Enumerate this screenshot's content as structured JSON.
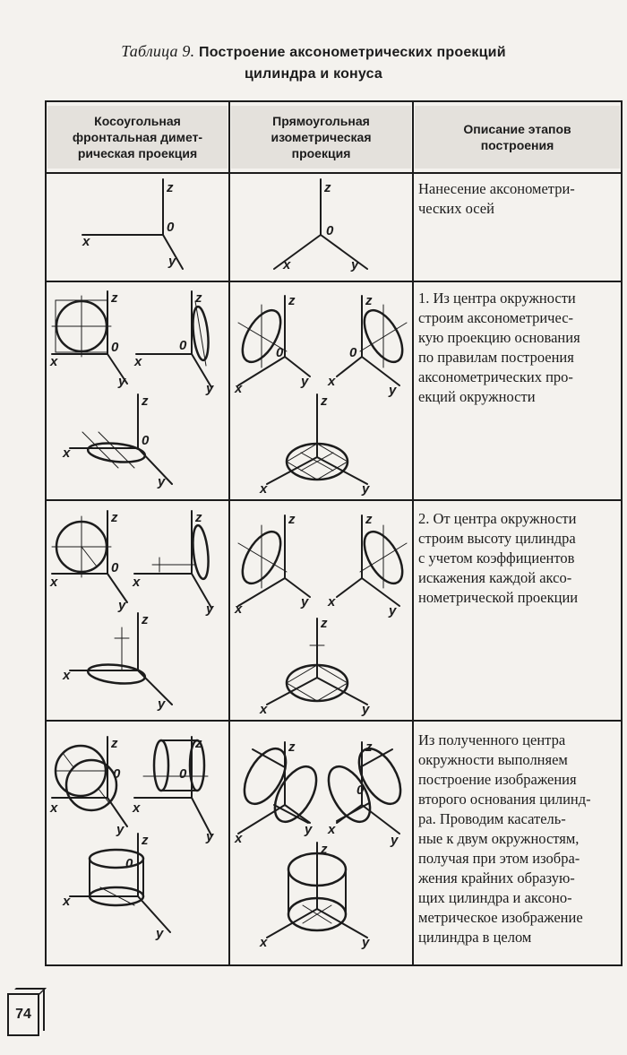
{
  "caption": {
    "label": "Таблица 9.",
    "title_line1": "Построение аксонометрических проекций",
    "title_line2": "цилиндра и конуса"
  },
  "table": {
    "headers": [
      "Косоугольная\nфронтальная димет-\nрическая проекция",
      "Прямоугольная\nизометрическая\nпроекция",
      "Описание этапов\nпостроения"
    ],
    "rows": [
      {
        "description": "Нанесение аксонометри-\nческих осей"
      },
      {
        "description": "1. Из центра окружности\nстроим аксонометричес-\nкую проекцию основания\nпо правилам построения\nаксонометрических про-\nекций окружности"
      },
      {
        "description": "2. От центра окружности\nстроим высоту цилиндра\nс учетом коэффициентов\nискажения каждой аксо-\nнометрической проекции"
      },
      {
        "description": "Из полученного центра\nокружности выполняем\nпостроение изображения\nвторого основания цилинд-\nра. Проводим касатель-\nные к двум окружностям,\nполучая при этом изобра-\nжения крайних образую-\nщих цилиндра и аксоно-\nметрическое изображение\nцилиндра в целом"
      }
    ]
  },
  "axis_labels": {
    "x": "x",
    "y": "y",
    "z": "z",
    "o": "0"
  },
  "page_number": "74"
}
